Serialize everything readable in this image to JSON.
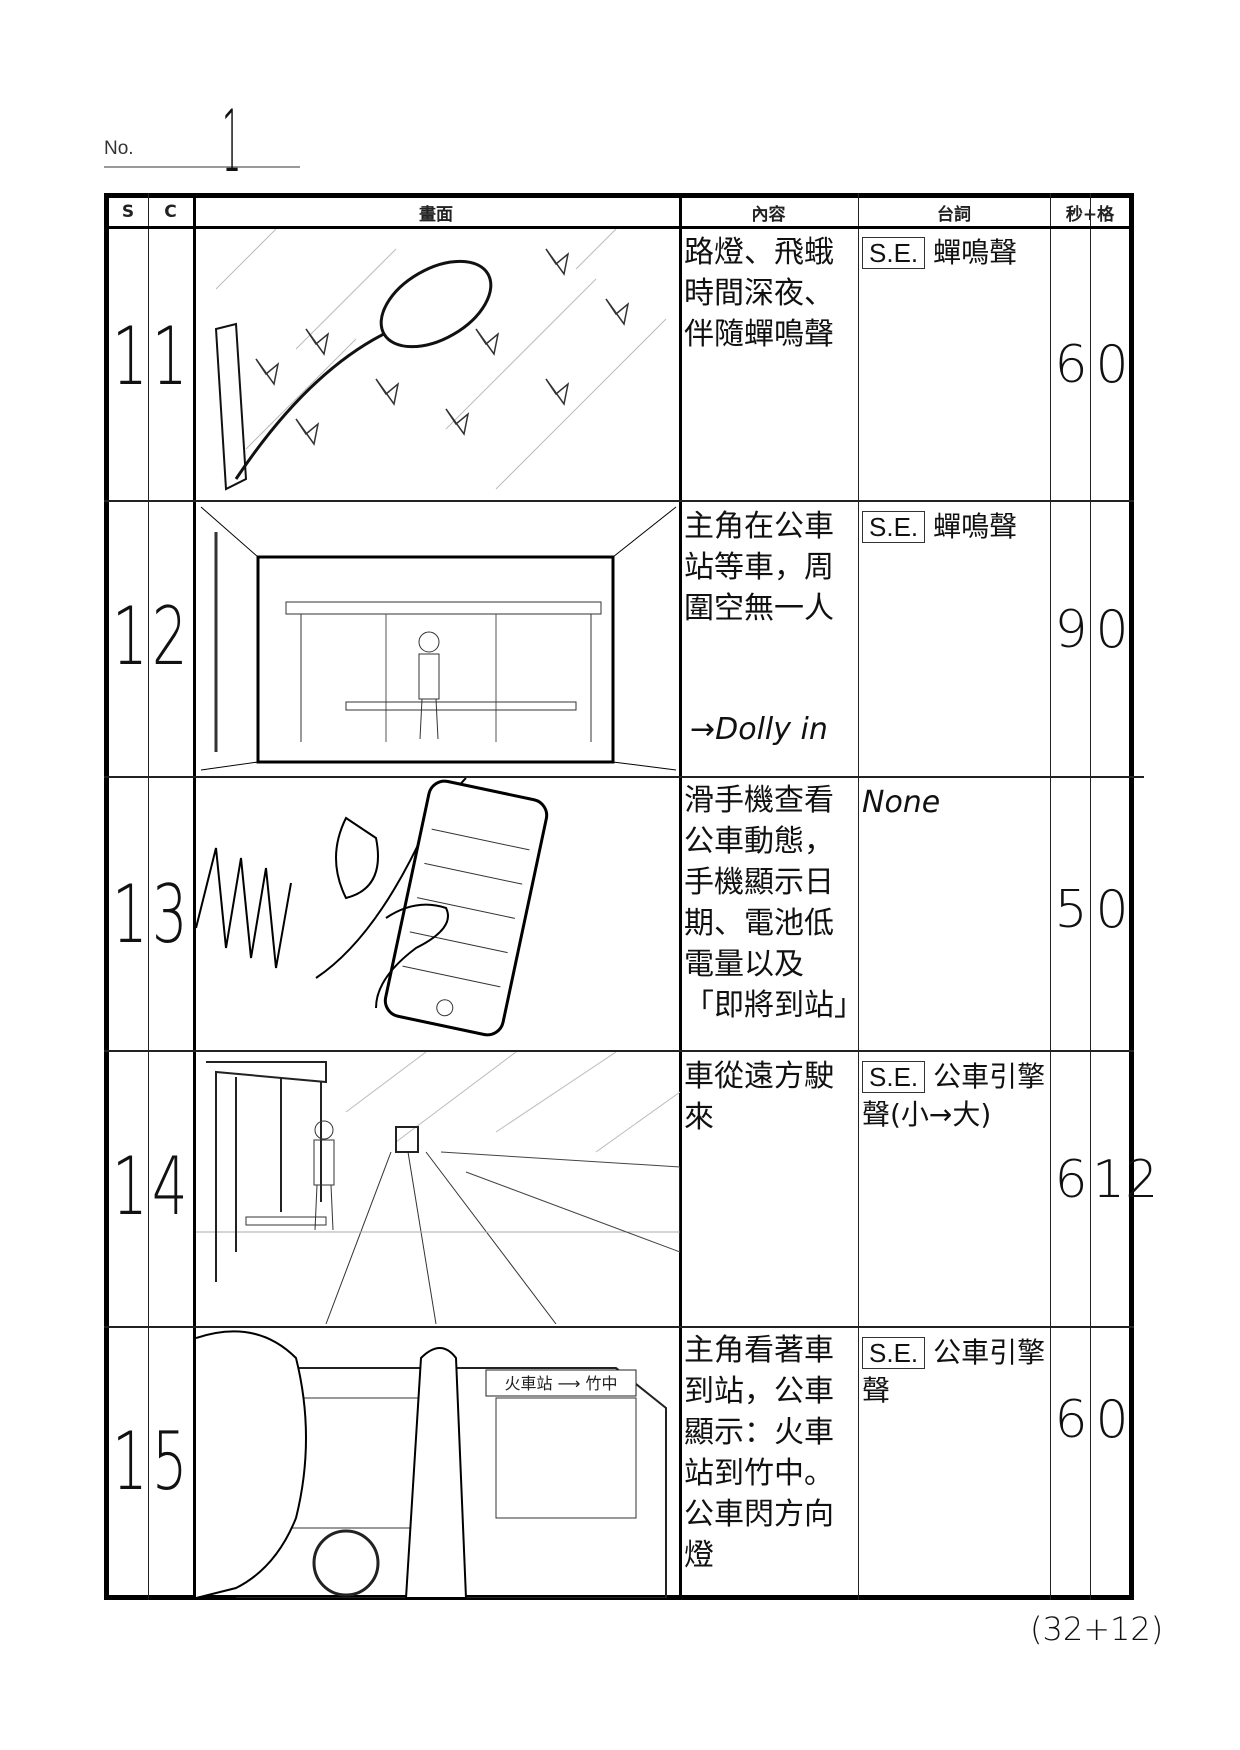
{
  "header": {
    "no_label": "No.",
    "no_value": "1"
  },
  "columns": {
    "s": "S",
    "c": "C",
    "picture": "畫面",
    "content": "內容",
    "dialog": "台詞",
    "time": "秒+格"
  },
  "rows": [
    {
      "scene": "11",
      "content": "路燈、飛蛾時間深夜、伴隨蟬鳴聲",
      "se_tag": "S.E.",
      "dialog": "蟬鳴聲",
      "sec": "6",
      "frame": "0",
      "picture": "street-lamp-with-moths"
    },
    {
      "scene": "12",
      "content": "主角在公車站等車，周圍空無一人",
      "note": "→Dolly in",
      "se_tag": "S.E.",
      "dialog": "蟬鳴聲",
      "sec": "9",
      "frame": "0",
      "picture": "bus-stop-dolly-in"
    },
    {
      "scene": "13",
      "content": "滑手機查看公車動態，手機顯示日期、電池低電量以及「即將到站」",
      "dialog": "None",
      "sec": "5",
      "frame": "0",
      "picture": "phone-bus-app"
    },
    {
      "scene": "14",
      "content": "車從遠方駛來",
      "se_tag": "S.E.",
      "dialog": "公車引擎聲(小→大)",
      "sec": "6",
      "frame": "12",
      "picture": "bus-approaching-road"
    },
    {
      "scene": "15",
      "content": "主角看著車到站，公車顯示：火車站到竹中。公車閃方向燈",
      "se_tag": "S.E.",
      "dialog": "公車引擎聲",
      "sec": "6",
      "frame": "0",
      "picture": "bus-arrives",
      "bus_sign": "火車站 ⟶ 竹中"
    }
  ],
  "footer": {
    "total": "(32+12)"
  }
}
